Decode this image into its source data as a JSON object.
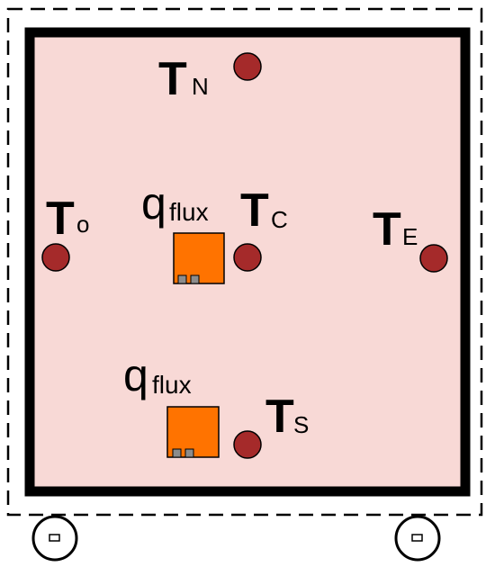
{
  "colors": {
    "chamber_fill": "#f8d9d6",
    "chamber_border": "#000000",
    "sensor_fill": "#a52a2a",
    "flux_sensor_fill": "#ff7300",
    "connector_fill": "#8c8c8c"
  },
  "labels": {
    "t_north": {
      "main": "T",
      "sub": "N"
    },
    "t_center": {
      "main": "T",
      "sub": "C"
    },
    "t_east": {
      "main": "T",
      "sub": "E"
    },
    "t_west": {
      "main": "T",
      "sub": "o"
    },
    "t_south": {
      "main": "T",
      "sub": "S"
    },
    "q_flux_center": {
      "main": "q",
      "sub": "flux"
    },
    "q_flux_south": {
      "main": "q",
      "sub": "flux"
    }
  },
  "icons": {
    "wheel_left": "wheel-icon",
    "wheel_right": "wheel-icon"
  }
}
